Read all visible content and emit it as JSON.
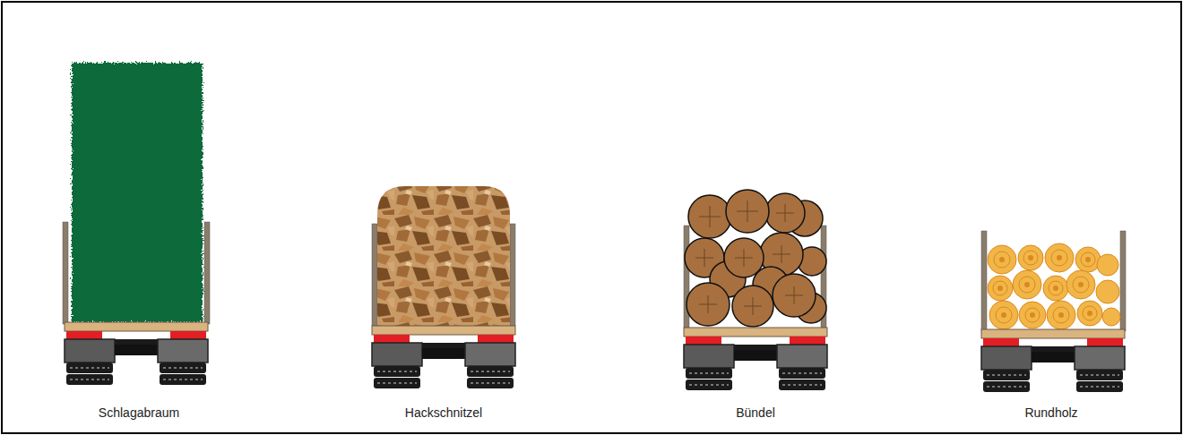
{
  "diagram": {
    "labels": [
      "Schlagabraum",
      "Hackschnitzel",
      "Bündel",
      "Rundholz"
    ]
  }
}
